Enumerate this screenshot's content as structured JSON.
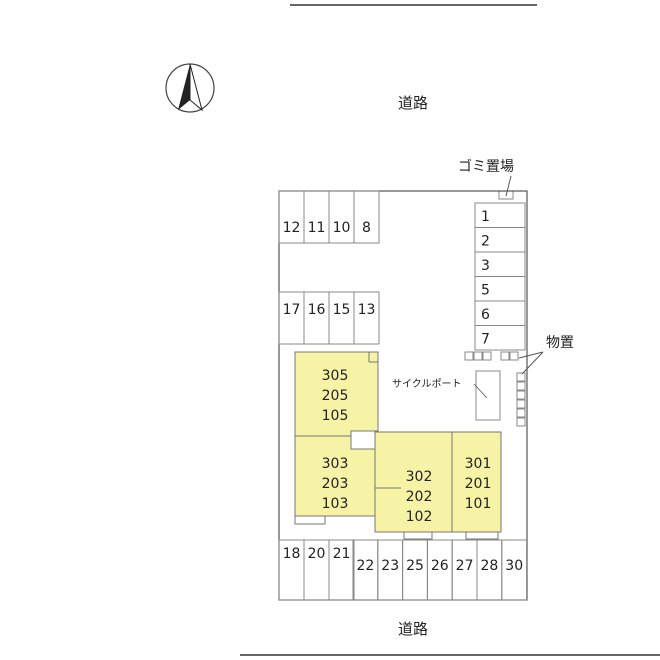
{
  "road_label_top": "道路",
  "road_label_bottom": "道路",
  "garbage_label": "ゴミ置場",
  "storage_label": "物置",
  "bicycle_label": "サイクルポート",
  "parking_top_row": [
    "12",
    "11",
    "10",
    "8"
  ],
  "parking_middle_row": [
    "17",
    "16",
    "15",
    "13"
  ],
  "parking_right_column": [
    "1",
    "2",
    "3",
    "5",
    "6",
    "7"
  ],
  "parking_bottom_left": [
    "18",
    "20",
    "21"
  ],
  "parking_bottom_right": [
    "22",
    "23",
    "25",
    "26",
    "27",
    "28",
    "30"
  ],
  "units": {
    "unit_a": [
      "305",
      "205",
      "105"
    ],
    "unit_b": [
      "303",
      "203",
      "103"
    ],
    "unit_c": [
      "302",
      "202",
      "102"
    ],
    "unit_d": [
      "301",
      "201",
      "101"
    ]
  },
  "colors": {
    "building": "#f7f3a6",
    "line": "#777777",
    "text": "#222222"
  }
}
